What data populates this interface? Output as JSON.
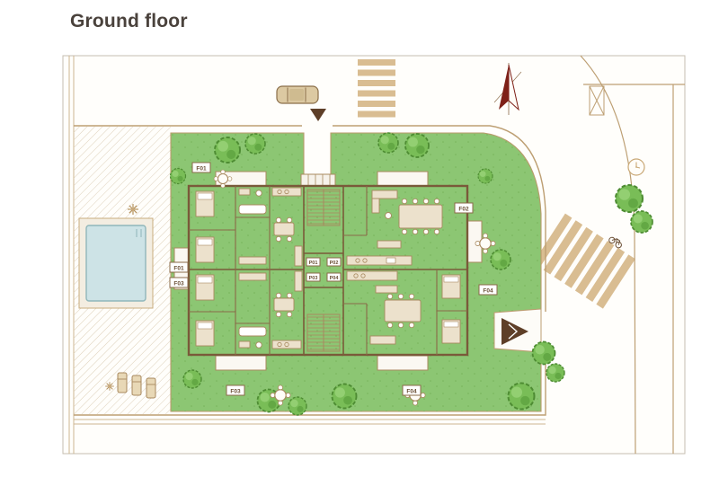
{
  "header": {
    "title": "Ground floor"
  },
  "plan": {
    "unit_labels": {
      "f01": "F01",
      "f02": "F02",
      "f03": "F03",
      "f04": "F04"
    },
    "parking_labels": {
      "p01": "P01",
      "p02": "P02",
      "p03": "P03",
      "p04": "P04"
    }
  },
  "icons": {
    "north_arrow": "north-arrow-icon",
    "car": "car-icon",
    "clock": "clock-icon",
    "bicycle": "bicycle-icon",
    "tree": "tree-icon",
    "patio_table": "patio-table-icon",
    "sun_lounger": "sun-lounger-icon",
    "plant": "plant-icon",
    "crosswalk": "crosswalk",
    "entrance_arrow": "entrance-arrow-icon",
    "driveway_arrow": "driveway-arrow-icon"
  },
  "colors": {
    "title_text": "#4a423c",
    "lawn_green": "#8cc673",
    "tree_green": "#79bd57",
    "wall_brown": "#7a5a3a",
    "paving_tan": "#ddd0ba",
    "compass_red": "#7e2018",
    "pool_blue": "#cde3e6"
  }
}
